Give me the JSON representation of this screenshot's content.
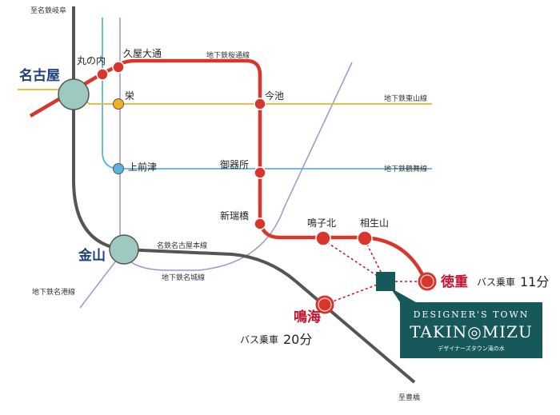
{
  "terminus": {
    "north": "至名鉄岐阜",
    "south": "至豊橋"
  },
  "lines": {
    "sakuradori": "地下鉄桜通線",
    "higashiyama": "地下鉄東山線",
    "tsurumai": "地下鉄鶴舞線",
    "meitetsu": "名鉄名古屋本線",
    "meijo": "地下鉄名城線",
    "meiko": "地下鉄名港線"
  },
  "stations": {
    "nagoya": "名古屋",
    "marunouchi": "丸の内",
    "hisaya_odori": "久屋大通",
    "sakae": "栄",
    "kamimaezu": "上前津",
    "imaike": "今池",
    "gokiso": "御器所",
    "shinmizuhashi": "新瑞橋",
    "narukokita": "鳴子北",
    "aioiyama": "相生山",
    "tokushige": "徳重",
    "narumi": "鳴海",
    "kanayama": "金山"
  },
  "bus": {
    "tokushige_label": "バス乗車",
    "tokushige_minutes": "11分",
    "narumi_label": "バス乗車",
    "narumi_minutes": "20分"
  },
  "logo": {
    "line1": "DESIGNER'S TOWN",
    "line2": "TAKIN◎MIZU",
    "line3": "デザイナーズタウン滝の水"
  },
  "colors": {
    "sakuradori": "#d9362b",
    "higashiyama": "#f2b025",
    "tsurumai": "#5ab4e0",
    "meijo": "#a592c8",
    "meitetsu": "#555555",
    "hub": "#9ec9c0",
    "logo": "#17585b"
  }
}
